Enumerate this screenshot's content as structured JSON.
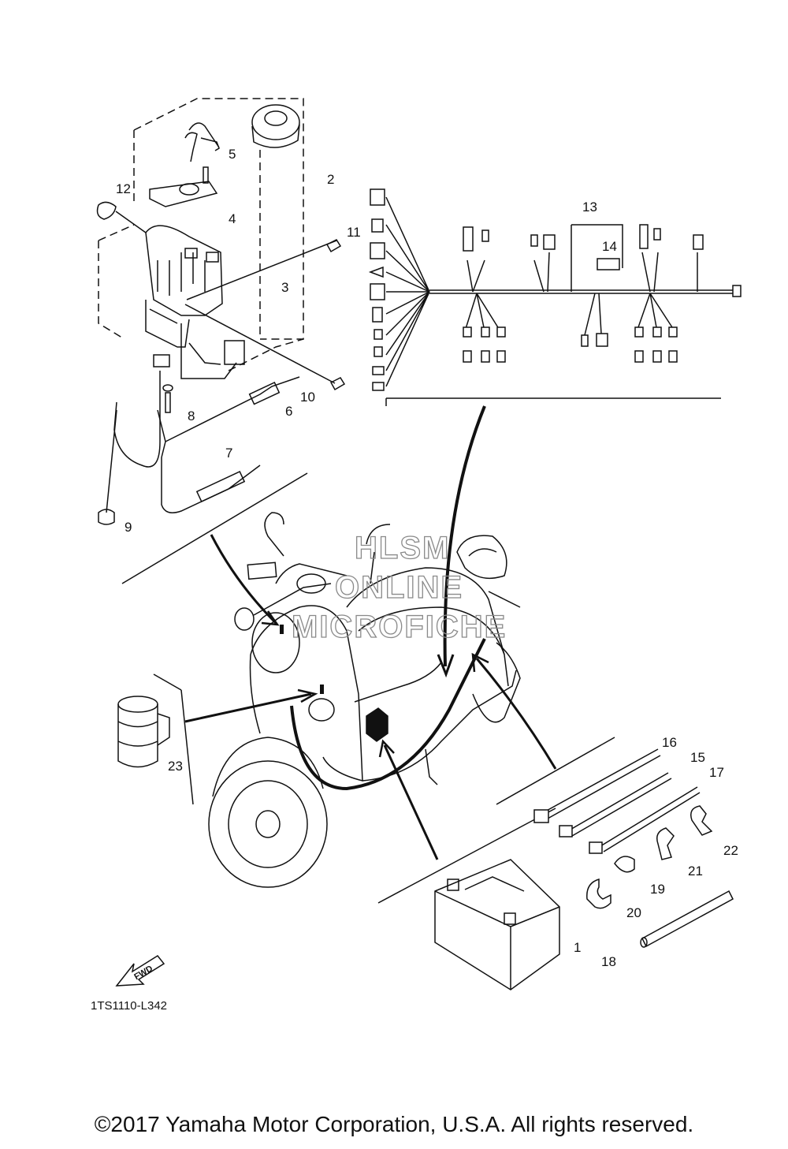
{
  "diagram": {
    "part_labels": [
      "1",
      "2",
      "3",
      "4",
      "5",
      "6",
      "7",
      "8",
      "9",
      "10",
      "11",
      "12",
      "13",
      "14",
      "15",
      "16",
      "17",
      "18",
      "19",
      "20",
      "21",
      "22",
      "23"
    ],
    "drawing_code": "1TS1110-L342",
    "fwd_label": "FWD",
    "watermark": [
      "HLSM",
      "ONLINE",
      "MICROFICHE"
    ]
  },
  "footer": {
    "copyright": "©2017 Yamaha Motor Corporation, U.S.A. All rights reserved."
  }
}
